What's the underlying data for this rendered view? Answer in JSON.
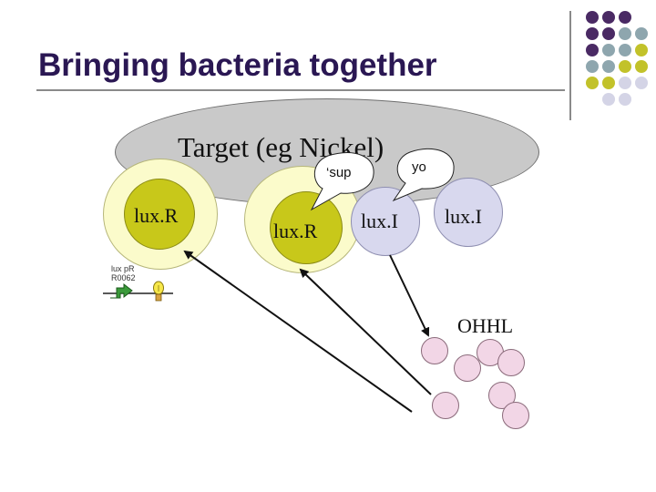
{
  "slide": {
    "title": "Bringing bacteria together",
    "target_label": "Target (eg Nickel)",
    "bubbles": {
      "left": "‘sup",
      "right": "yo"
    },
    "cells": [
      "lux.R",
      "lux.R",
      "lux.I",
      "lux.I"
    ],
    "signal_label": "OHHL",
    "promoter_part": {
      "name": "lux pR",
      "id": "R0062"
    }
  },
  "colors": {
    "title": "#2a1753",
    "purple_dot": "#4a2a64",
    "teal_dot": "#8ea6ae",
    "olive_dot": "#c2c22a",
    "lavender_dot": "#d4d4e6",
    "target": "#c9c9c9",
    "luxR_core": "#c8c81a",
    "luxI_cell": "#d8d8ee",
    "ohhl_molecule": "#f2d6e6"
  },
  "icons": [
    "arrow-promoter-icon",
    "lightbulb-icon"
  ]
}
